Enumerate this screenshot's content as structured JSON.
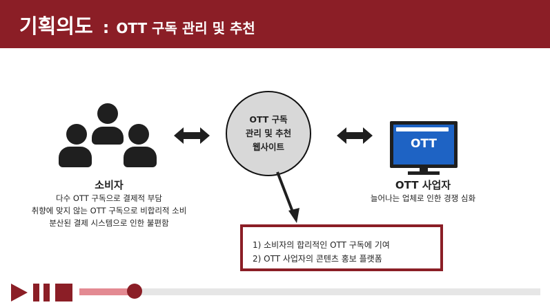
{
  "header": {
    "title": "기획의도",
    "separator": ":",
    "subtitle": "OTT 구독 관리 및 추천"
  },
  "consumer": {
    "label": "소비자",
    "lines": [
      "다수 OTT 구독으로 결제적 부담",
      "취향에 맞지 않는 OTT 구독으로 비합리적 소비",
      "분산된 결제 시스템으로 인한 불편함"
    ]
  },
  "center": {
    "text": "OTT 구독\n관리 및 추천\n웹사이트"
  },
  "provider": {
    "label": "OTT 사업자",
    "screen_text": "OTT",
    "description": "늘어나는 업체로 인한 경쟁 심화"
  },
  "goals": [
    "1) 소비자의 합리적인 OTT 구독에 기여",
    "2) OTT 사업자의 콘텐츠 홍보 플랫폼"
  ],
  "player": {
    "progress": 0.12,
    "icons": [
      "play-icon",
      "pause-icon",
      "stop-icon"
    ]
  },
  "colors": {
    "brand": "#8b1e26",
    "progress_fill": "#e38a92",
    "screen": "#1e63c4",
    "circle": "#d8d8d8"
  }
}
